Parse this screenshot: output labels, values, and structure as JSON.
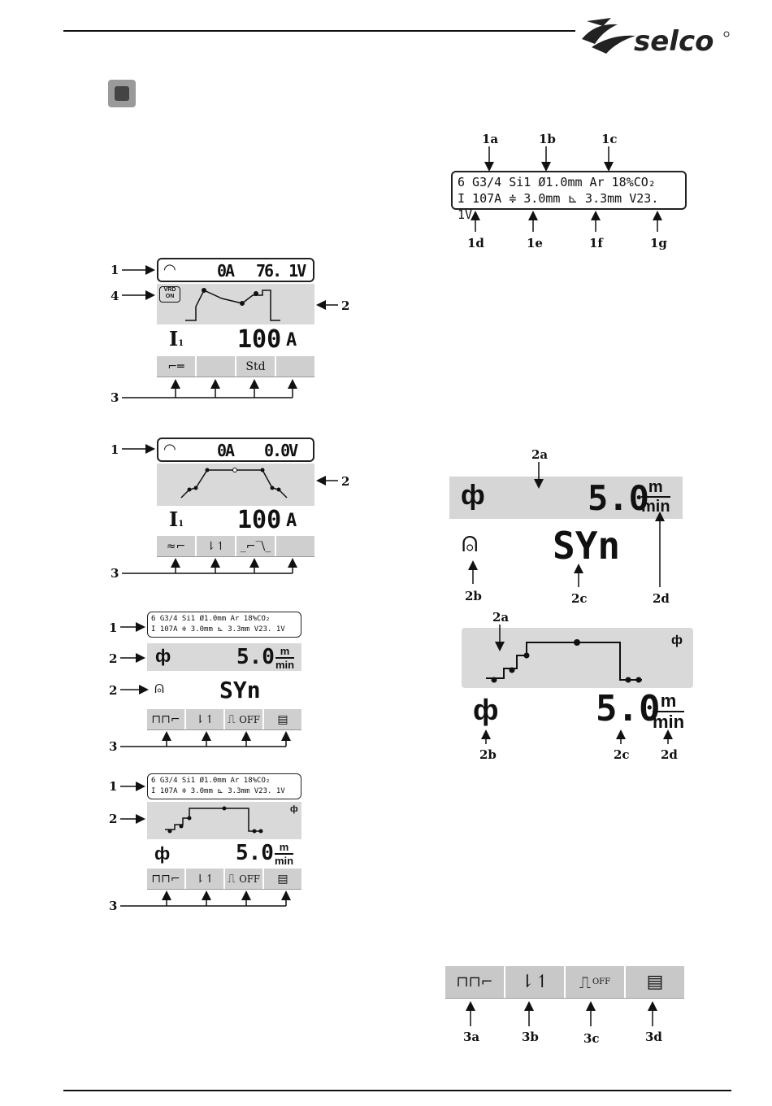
{
  "header": {
    "brand": "selco"
  },
  "lcd_readout": {
    "line1": "6 G3/4 Si1   Ø1.0mm   Ar 18%CO₂",
    "line2_items": [
      "I",
      "107A",
      "3.0mm",
      "3.3mm",
      "V",
      "23. 1V"
    ]
  },
  "callouts_top": [
    "1a",
    "1b",
    "1c",
    "1d",
    "1e",
    "1f",
    "1g"
  ],
  "panel1": {
    "current": "0A",
    "voltage": "76. 1V",
    "vrd": "VRD\nON",
    "set_label": "I₁",
    "set_value": "100",
    "set_unit": "A",
    "buttons": [
      "",
      "",
      "Std",
      ""
    ],
    "callouts": [
      "1",
      "4",
      "2",
      "3"
    ]
  },
  "panel2": {
    "current": "0A",
    "voltage": "0.0V",
    "set_label": "I₁",
    "set_value": "100",
    "set_unit": "A",
    "callouts": [
      "1",
      "2",
      "3"
    ]
  },
  "panel3": {
    "line1": "6 G3/4 Si1  Ø1.0mm  Ar 18%CO₂",
    "line2": "I 107A ≑ 3.0mm ⊾ 3.3mm V23. 1V",
    "speed": "5.0",
    "unit_top": "m",
    "unit_bottom": "min",
    "syn": "SYn",
    "callouts": [
      "1",
      "2",
      "2",
      "3"
    ]
  },
  "panel4": {
    "line1": "6 G3/4 Si1  Ø1.0mm  Ar 18%CO₂",
    "line2": "I 107A ≑ 3.0mm ⊾ 3.3mm V23. 1V",
    "speed": "5.0",
    "unit_top": "m",
    "unit_bottom": "min",
    "callouts": [
      "1",
      "2",
      "3"
    ]
  },
  "right_big1": {
    "speed": "5.0",
    "unit_top": "m",
    "unit_bottom": "min",
    "syn": "SYn",
    "callouts": [
      "2a",
      "2b",
      "2c",
      "2d"
    ]
  },
  "right_big2": {
    "speed": "5.0",
    "unit_top": "m",
    "unit_bottom": "min",
    "callouts": [
      "2a",
      "2b",
      "2c",
      "2d"
    ]
  },
  "bottom_bar": {
    "callouts": [
      "3a",
      "3b",
      "3c",
      "3d"
    ],
    "off_label": "OFF"
  }
}
